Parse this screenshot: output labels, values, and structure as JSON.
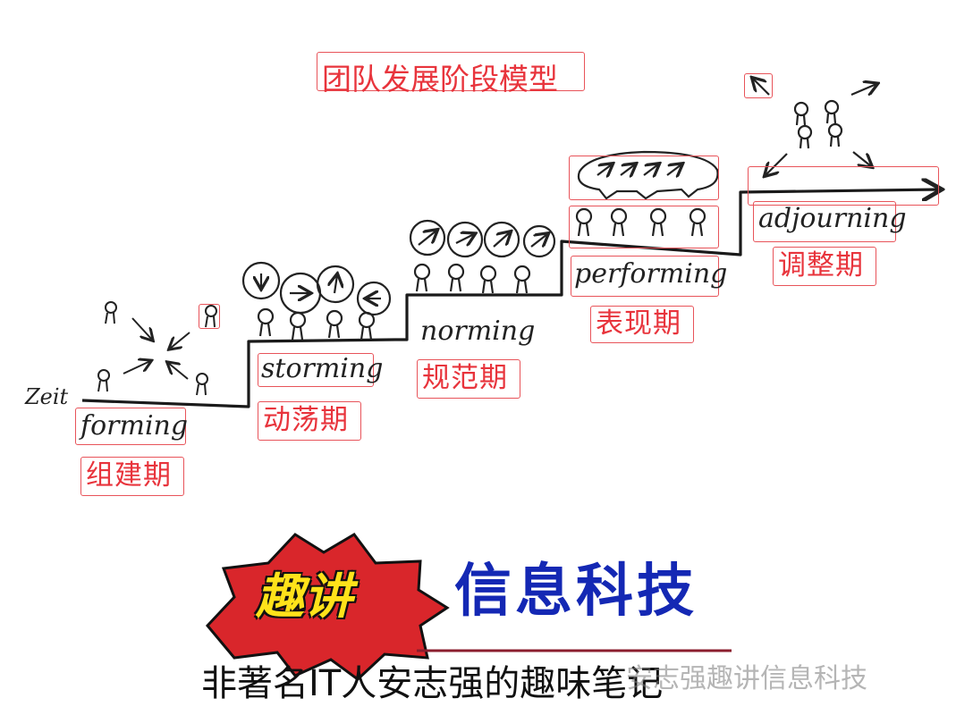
{
  "diagram": {
    "title": "团队发展阶段模型",
    "time_axis_label": "Zeit",
    "stages": [
      {
        "en": "forming",
        "cn": "组建期",
        "mood": "scattered"
      },
      {
        "en": "storming",
        "cn": "动荡期",
        "mood": "conflict"
      },
      {
        "en": "norming",
        "cn": "规范期",
        "mood": "aligning"
      },
      {
        "en": "performing",
        "cn": "表现期",
        "mood": "aligned"
      },
      {
        "en": "adjourning",
        "cn": "调整期",
        "mood": "dispersing"
      }
    ]
  },
  "branding": {
    "badge": "趣讲",
    "name": "信息科技",
    "tagline": "非著名IT人安志强的趣味笔记",
    "watermark": "安志强趣讲信息科技",
    "colors": {
      "badge_red": "#d9262b",
      "badge_text": "#ffe21a",
      "name_blue": "#1428b4",
      "annotation_red": "#e8343c",
      "rule": "#8b1e2e"
    }
  }
}
